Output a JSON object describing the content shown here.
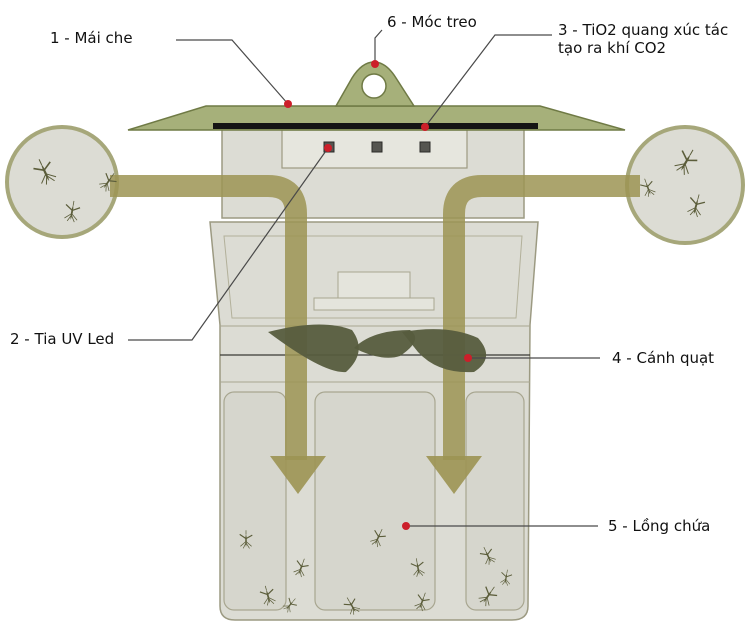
{
  "labels": {
    "roof": "1 - Mái che",
    "uv_led": "2 - Tia UV Led",
    "tio2_line1": "3 - TiO2 quang xúc tác",
    "tio2_line2": "tạo ra khí CO2",
    "fan": "4 - Cánh quạt",
    "cage": "5 - Lồng chứa",
    "hook": "6 - Móc treo"
  },
  "colors": {
    "body_fill": "#dcdcd4",
    "body_stroke": "#9c9a82",
    "roof_fill": "#a6b07a",
    "roof_stroke": "#6f7a45",
    "arrow": "#9c9453",
    "fan_blade": "#565c3e",
    "insect": "#5b5d3a",
    "marker": "#cc1f2a"
  },
  "icons": {
    "insect": "mosquito-icon",
    "fan": "fan-blade-icon",
    "led": "uv-led-icon",
    "hook": "hanging-hook-icon"
  }
}
